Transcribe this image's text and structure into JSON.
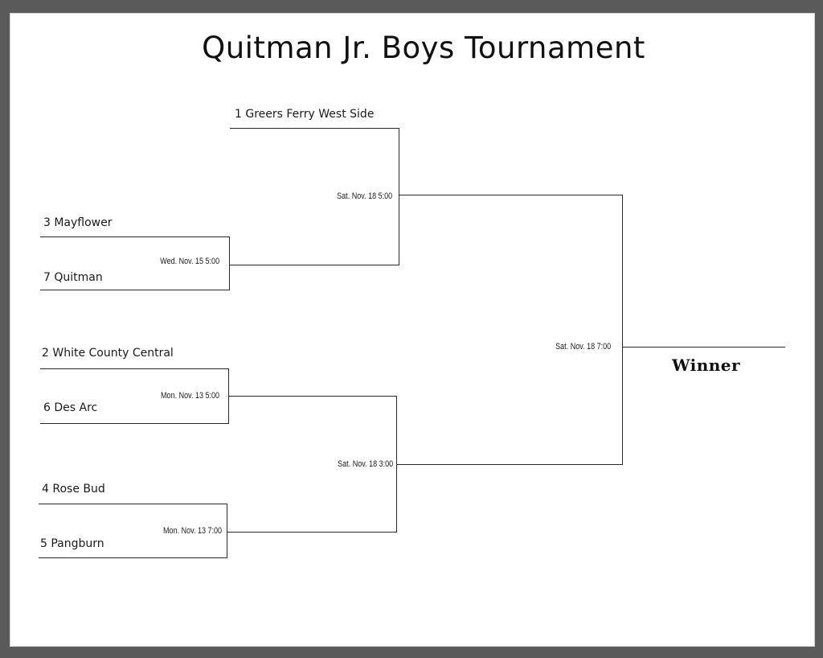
{
  "bracket": {
    "title": "Quitman Jr. Boys Tournament",
    "teams": {
      "greers_ferry": "1 Greers Ferry West Side",
      "mayflower": "3 Mayflower",
      "quitman": "7 Quitman",
      "white_county": "2 White County Central",
      "des_arc": "6 Des Arc",
      "rose_bud": "4 Rose Bud",
      "pangburn": "5 Pangburn"
    },
    "games": {
      "mayflower_quitman": "Wed. Nov. 15 5:00",
      "white_county_des_arc": "Mon. Nov. 13 5:00",
      "rose_bud_pangburn": "Mon. Nov. 13 7:00",
      "semi_top": "Sat. Nov. 18 5:00",
      "semi_bottom": "Sat. Nov. 18 3:00",
      "final": "Sat. Nov. 18 7:00"
    },
    "winner_label": "Winner"
  }
}
